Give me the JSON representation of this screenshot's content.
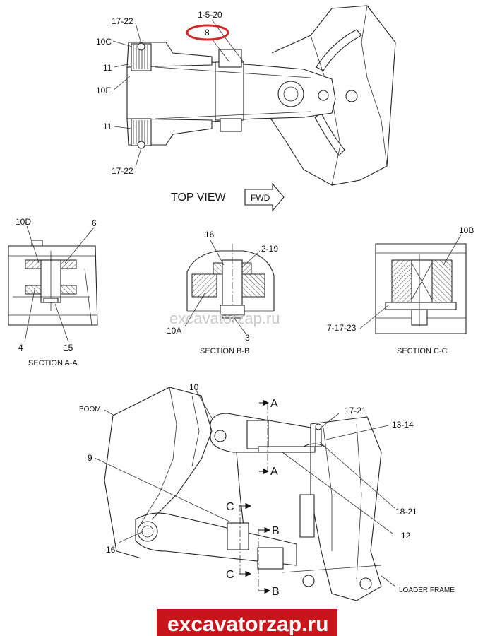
{
  "top_view": {
    "callouts": [
      "17-22",
      "10C",
      "11",
      "10E",
      "11",
      "17-22",
      "1-5-20",
      "8"
    ],
    "title": "TOP VIEW",
    "fwd": "FWD"
  },
  "section_a": {
    "callouts": [
      "10D",
      "6",
      "4",
      "15"
    ],
    "title": "SECTION A-A"
  },
  "section_b": {
    "callouts": [
      "16",
      "2-19",
      "10A",
      "3"
    ],
    "title": "SECTION B-B"
  },
  "section_c": {
    "callouts": [
      "10B",
      "7-17-23"
    ],
    "title": "SECTION C-C"
  },
  "side_view": {
    "boom": "BOOM",
    "loader_frame": "LOADER FRAME",
    "callouts": [
      "10",
      "9",
      "16",
      "17-21",
      "13-14",
      "18-21",
      "12"
    ],
    "section_marks": [
      "A",
      "A",
      "B",
      "B",
      "C",
      "C"
    ]
  },
  "watermark": "excavatorzap.ru",
  "brand_banner": "excavatorzap.ru",
  "colors": {
    "highlight_circle": "#d42a2a",
    "banner_bg": "#c8141b",
    "banner_text": "#ffffff",
    "watermark": "#c9c9c9"
  }
}
